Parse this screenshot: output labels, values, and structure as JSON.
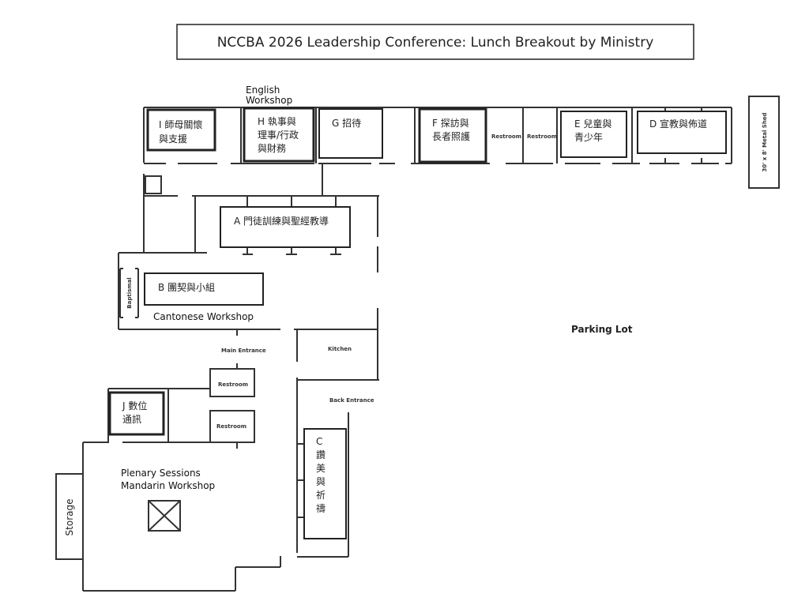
{
  "title": "NCCBA 2026 Leadership Conference: Lunch Breakout by Ministry",
  "rooms": {
    "I": [
      "I 師母關懷",
      "與支援"
    ],
    "H": [
      "H 執事與",
      "理事/行政",
      "與財務"
    ],
    "G": [
      "G 招待"
    ],
    "F": [
      "F 探訪與",
      "長者照護"
    ],
    "E": [
      "E 兒童與",
      "青少年"
    ],
    "D": [
      "D 宣教與佈道"
    ],
    "A": [
      "A 門徒訓練與聖經教導"
    ],
    "B": [
      "B 團契與小組"
    ],
    "J": [
      "J 數位",
      "通訊"
    ],
    "C": [
      "C",
      "讚",
      "美",
      "與",
      "祈",
      "禱"
    ]
  },
  "labels": {
    "english_workshop": [
      "English",
      "Workshop"
    ],
    "cantonese_workshop": "Cantonese Workshop",
    "plenary": [
      "Plenary Sessions",
      "Mandarin Workshop"
    ],
    "restroom": "Restroom",
    "main_entrance": "Main Entrance",
    "kitchen": "Kitchen",
    "back_entrance": "Back Entrance",
    "baptismal": "Baptismal",
    "storage": "Storage",
    "shed": "30' x 8' Metal Shed",
    "parking": "Parking Lot"
  }
}
